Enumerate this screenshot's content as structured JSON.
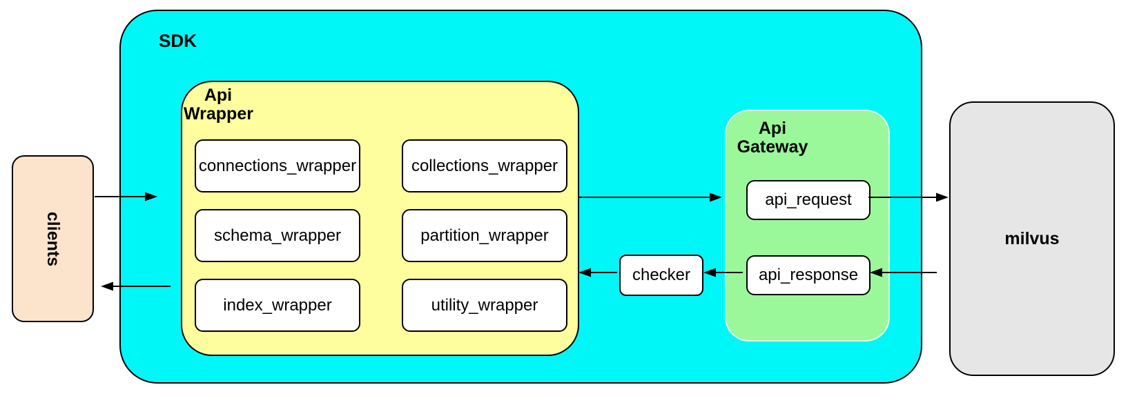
{
  "diagram": {
    "clients_box": {
      "label": "clients"
    },
    "sdk_container": {
      "label": "SDK"
    },
    "api_wrapper": {
      "label_lines": [
        "Api",
        "Wrapper"
      ],
      "wrappers": [
        "connections_wrapper",
        "collections_wrapper",
        "schema_wrapper",
        "partition_wrapper",
        "index_wrapper",
        "utility_wrapper"
      ]
    },
    "checker_box": {
      "label": "checker"
    },
    "api_gateway": {
      "label_lines": [
        "Api",
        "Gateway"
      ],
      "request_label": "api_request",
      "response_label": "api_response"
    },
    "milvus_box": {
      "label": "milvus"
    },
    "colors": {
      "sdk-fill": "#00f7f7",
      "wrapper-fill": "#fefe9e",
      "gateway-fill": "#9af89a",
      "clients-fill": "#fce3cb",
      "milvus-fill": "#e6e6e6",
      "node-fill": "#ffffff",
      "stroke": "#000000"
    }
  }
}
